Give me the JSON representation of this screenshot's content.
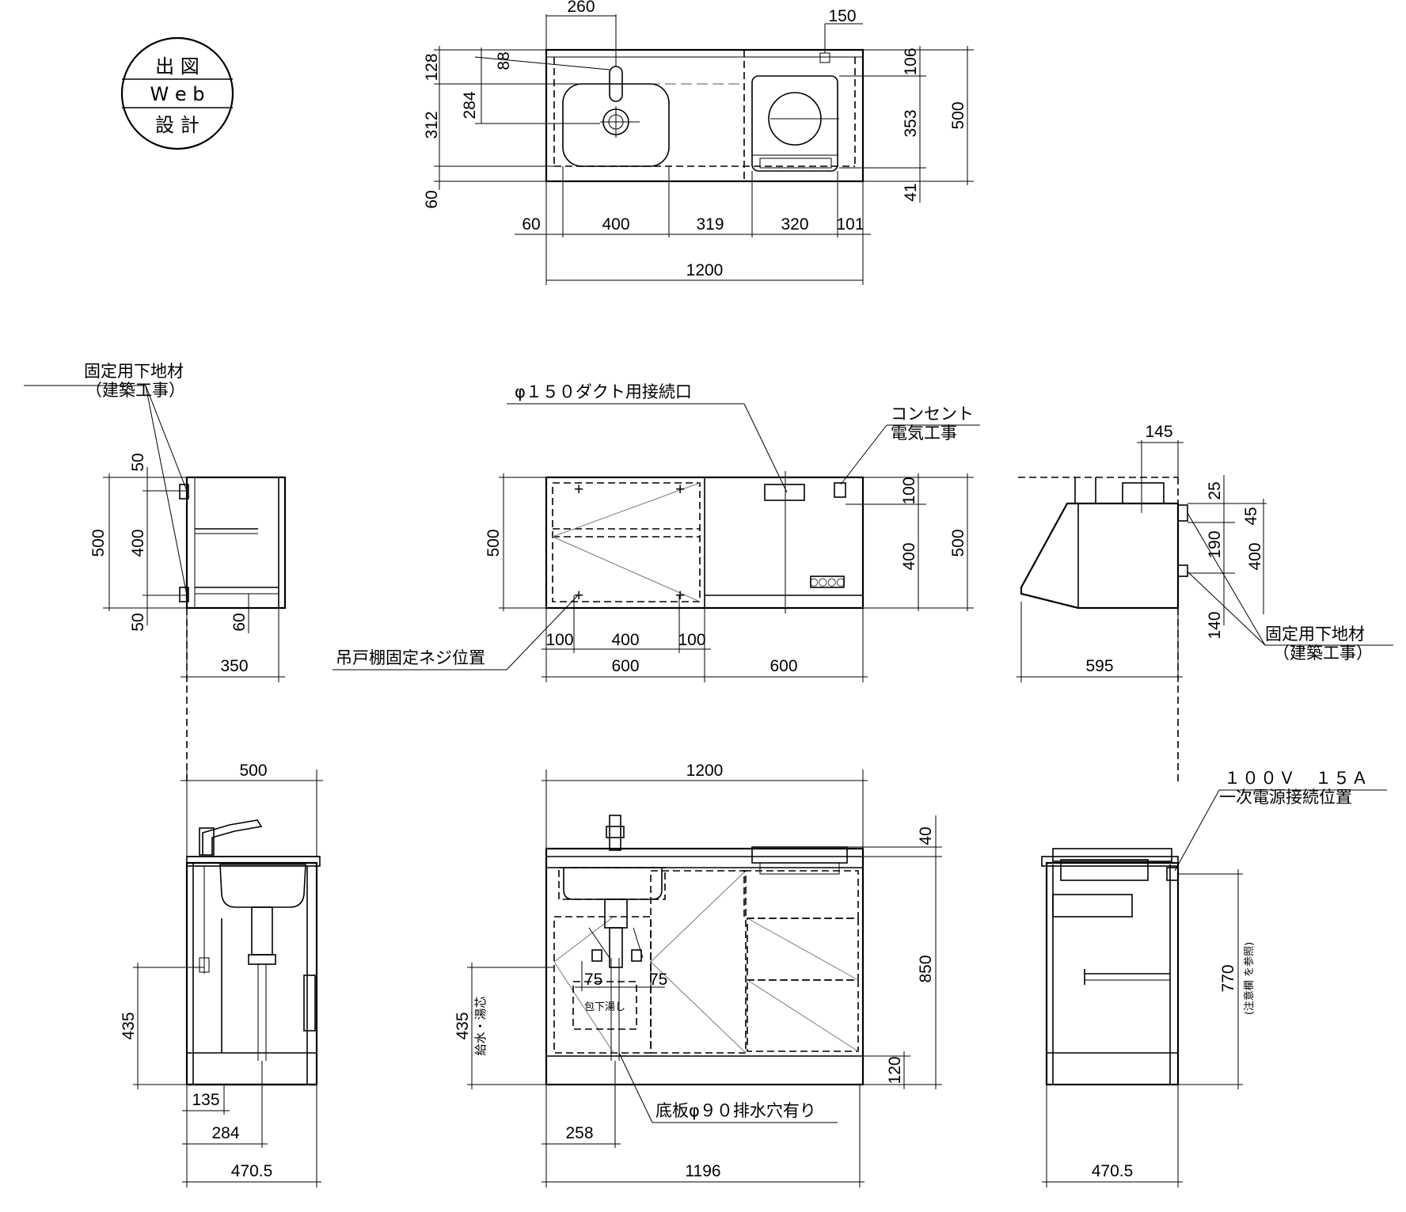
{
  "stamp": {
    "line1": "出 図",
    "line2": "W e b",
    "line3": "設 計"
  },
  "plan_dims": {
    "top_260": "260",
    "top_150": "150",
    "left_128": "128",
    "left_312": "312",
    "left_60": "60",
    "in_88": "88",
    "in_284": "284",
    "right_106": "106",
    "right_353": "353",
    "right_41": "41",
    "right_500": "500",
    "bot_60": "60",
    "bot_400": "400",
    "bot_319": "319",
    "bot_320": "320",
    "bot_101": "101",
    "bot_1200": "1200"
  },
  "labels": {
    "base_material_1": "固定用下地材",
    "base_material_2": "（建築工事）",
    "duct": "φ１５０ダクト用接続口",
    "outlet_1": "コンセント",
    "outlet_2": "電気工事",
    "screw": "吊戸棚固定ネジ位置",
    "base_material_r1": "固定用下地材",
    "base_material_r2": "（建築工事）",
    "power_1": "１００Ｖ　１５Ａ",
    "power_2": "一次電源接続位置",
    "drain": "底板φ９０排水穴有り",
    "water": "給水・湯芯",
    "note_ref": "(注意欄 を参照)",
    "pkg": "包下湯し"
  },
  "upper_dims": {
    "l_50a": "50",
    "l_500": "500",
    "l_400": "400",
    "l_50b": "50",
    "l_60": "60",
    "l_350": "350",
    "f_500": "500",
    "f_100": "100",
    "f_400": "400",
    "f_500r": "500",
    "f_100a": "100",
    "f_400b": "400",
    "f_100b": "100",
    "f_600a": "600",
    "f_600b": "600",
    "r_145": "145",
    "r_25": "25",
    "r_45": "45",
    "r_190": "190",
    "r_400": "400",
    "r_140": "140",
    "r_595": "595"
  },
  "lower_dims": {
    "s_500": "500",
    "s_435": "435",
    "s_135": "135",
    "s_284": "284",
    "s_4705": "470.5",
    "f_1200": "1200",
    "f_40": "40",
    "f_850": "850",
    "f_120": "120",
    "f_435": "435",
    "f_75a": "75",
    "f_75b": "75",
    "f_258": "258",
    "f_1196": "1196",
    "r_770": "770",
    "r_4705": "470.5"
  }
}
